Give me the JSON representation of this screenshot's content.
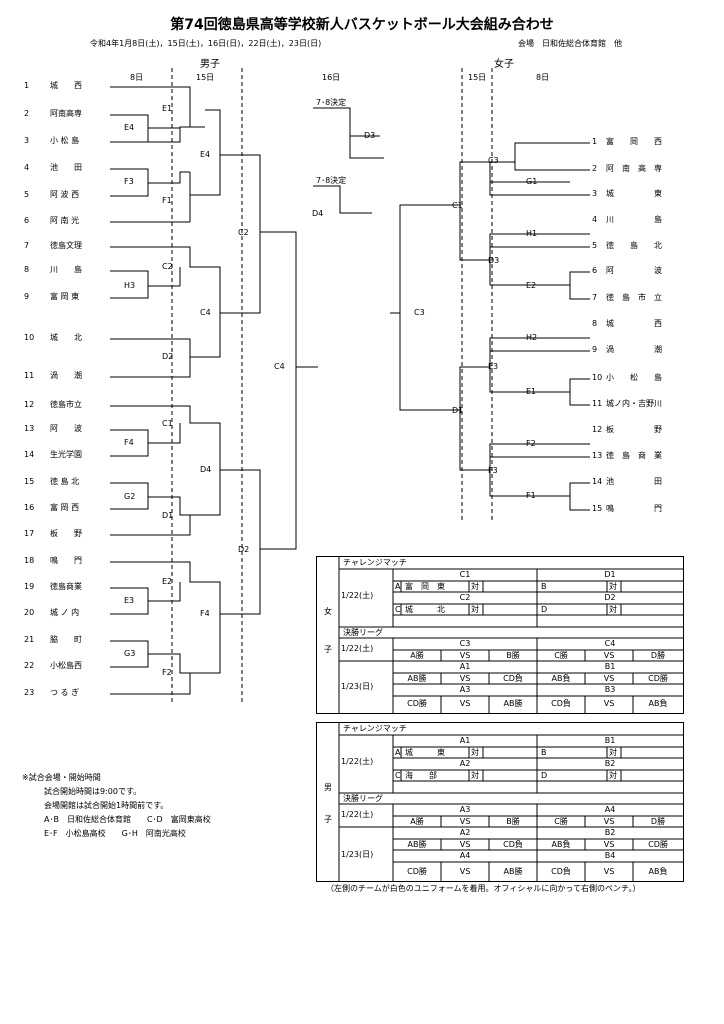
{
  "title": "第74回徳島県高等学校新人バスケットボール大会組み合わせ",
  "dates": "令和4年1月8日(土)，15日(土)，16日(日)，22日(土)，23日(日)",
  "venue": "会場　日和佐総合体育館　他",
  "boys": {
    "heading": "男子",
    "cols": [
      "8日",
      "15日",
      "16日"
    ],
    "teams": [
      {
        "no": "1",
        "name": "城　　西"
      },
      {
        "no": "2",
        "name": "阿南高専"
      },
      {
        "no": "3",
        "name": "小 松 島"
      },
      {
        "no": "4",
        "name": "池　　田"
      },
      {
        "no": "5",
        "name": "阿 波 西"
      },
      {
        "no": "6",
        "name": "阿 南 光"
      },
      {
        "no": "7",
        "name": "徳島文理"
      },
      {
        "no": "8",
        "name": "川　　島"
      },
      {
        "no": "9",
        "name": "富 岡 東"
      },
      {
        "no": "10",
        "name": "城　　北"
      },
      {
        "no": "11",
        "name": "渦　　潮"
      },
      {
        "no": "12",
        "name": "徳島市立"
      },
      {
        "no": "13",
        "name": "阿　　波"
      },
      {
        "no": "14",
        "name": "生光学園"
      },
      {
        "no": "15",
        "name": "徳 島 北"
      },
      {
        "no": "16",
        "name": "富 岡 西"
      },
      {
        "no": "17",
        "name": "板　　野"
      },
      {
        "no": "18",
        "name": "鳴　　門"
      },
      {
        "no": "19",
        "name": "徳島商業"
      },
      {
        "no": "20",
        "name": "城 ノ 内"
      },
      {
        "no": "21",
        "name": "脇　　町"
      },
      {
        "no": "22",
        "name": "小松島西"
      },
      {
        "no": "23",
        "name": "つ る ぎ"
      }
    ],
    "codes": {
      "E1": "E1",
      "E4a": "E4",
      "F3": "F3",
      "F1": "F1",
      "E4b": "E4",
      "C2a": "C2",
      "H3": "H3",
      "D2a": "D2",
      "C2b": "C2",
      "C4a": "C4",
      "C4b": "C4",
      "C1": "C1",
      "F4a": "F4",
      "G2": "G2",
      "D1": "D1",
      "D4": "D4",
      "D2b": "D2",
      "E2": "E2",
      "E3": "E3",
      "G3": "G3",
      "F2": "F2",
      "F4b": "F4"
    }
  },
  "middle": {
    "col": "16日",
    "ket1": "7･8決定",
    "d3": "D3",
    "ket2": "7･8決定",
    "d4": "D4"
  },
  "girls": {
    "heading": "女子",
    "cols": [
      "15日",
      "8日"
    ],
    "teams": [
      {
        "no": "1",
        "name": "富　　岡　　西"
      },
      {
        "no": "2",
        "name": "阿　南　高　専"
      },
      {
        "no": "3",
        "name": "城　　　　　東"
      },
      {
        "no": "4",
        "name": "川　　　　　島"
      },
      {
        "no": "5",
        "name": "徳　　島　　北"
      },
      {
        "no": "6",
        "name": "阿　　　　　波"
      },
      {
        "no": "7",
        "name": "徳　島　市　立"
      },
      {
        "no": "8",
        "name": "城　　　　　西"
      },
      {
        "no": "9",
        "name": "渦　　　　　潮"
      },
      {
        "no": "10",
        "name": "小　　松　　島"
      },
      {
        "no": "11",
        "name": "城ノ内・吉野川"
      },
      {
        "no": "12",
        "name": "板　　　　　野"
      },
      {
        "no": "13",
        "name": "徳　島　商　業"
      },
      {
        "no": "14",
        "name": "池　　　　　田"
      },
      {
        "no": "15",
        "name": "鳴　　　　　門"
      }
    ],
    "codes": {
      "C3a": "C3",
      "G1": "G1",
      "C1": "C1",
      "H1": "H1",
      "D3": "D3",
      "E2": "E2",
      "C3b": "C3",
      "H2": "H2",
      "E3": "E3",
      "E1": "E1",
      "D1": "D1",
      "F2": "F2",
      "F3": "F3",
      "F1": "F1"
    }
  },
  "table_girls": {
    "side": [
      "女",
      "子"
    ],
    "challenge": "チャレンジマッチ",
    "date1": "1/22(土)",
    "c1": "C1",
    "d1": "D1",
    "r1": {
      "a": "A",
      "team": "富　岡　東",
      "vs": "対",
      "b": "B",
      "vs2": "対"
    },
    "c2": "C2",
    "d2": "D2",
    "r2": {
      "a": "C",
      "team": "城　　　北",
      "vs": "対",
      "b": "D",
      "vs2": "対"
    },
    "league": "決勝リーグ",
    "date2": "1/22(土)",
    "c3": "C3",
    "c4": "C4",
    "row3": [
      "A勝",
      "VS",
      "B勝",
      "C勝",
      "VS",
      "D勝"
    ],
    "date3": "1/23(日)",
    "a1": "A1",
    "b1": "B1",
    "row4": [
      "AB勝",
      "VS",
      "CD負",
      "AB負",
      "VS",
      "CD勝"
    ],
    "a3": "A3",
    "b3": "B3",
    "row5": [
      "CD勝",
      "VS",
      "AB勝",
      "CD負",
      "VS",
      "AB負"
    ]
  },
  "table_boys": {
    "side": [
      "男",
      "子"
    ],
    "challenge": "チャレンジマッチ",
    "date1": "1/22(土)",
    "a1": "A1",
    "b1": "B1",
    "r1": {
      "a": "A",
      "team": "城　　　東",
      "vs": "対",
      "b": "B",
      "vs2": "対"
    },
    "a2": "A2",
    "b2": "B2",
    "r2": {
      "a": "C",
      "team": "海　　部",
      "vs": "対",
      "b": "D",
      "vs2": "対"
    },
    "league": "決勝リーグ",
    "date2": "1/22(土)",
    "a3": "A3",
    "a4": "A4",
    "row3": [
      "A勝",
      "VS",
      "B勝",
      "C勝",
      "VS",
      "D勝"
    ],
    "date3": "1/23(日)",
    "a2b": "A2",
    "b2b": "B2",
    "row4": [
      "AB勝",
      "VS",
      "CD負",
      "AB負",
      "VS",
      "CD勝"
    ],
    "a4b": "A4",
    "b4": "B4",
    "row5": [
      "CD勝",
      "VS",
      "AB勝",
      "CD負",
      "VS",
      "AB負"
    ]
  },
  "footnote": "（左側のチームが白色のユニフォームを着用。オフィシャルに向かって右側のベンチ。）",
  "notes": [
    "※試合会場・開始時間",
    "試合開始時間は9:00です。",
    "会場開館は試合開始1時間前です。",
    "A･B　日和佐総合体育館　　C･D　富岡東高校",
    "E･F　小松島高校　　G･H　阿南光高校"
  ]
}
